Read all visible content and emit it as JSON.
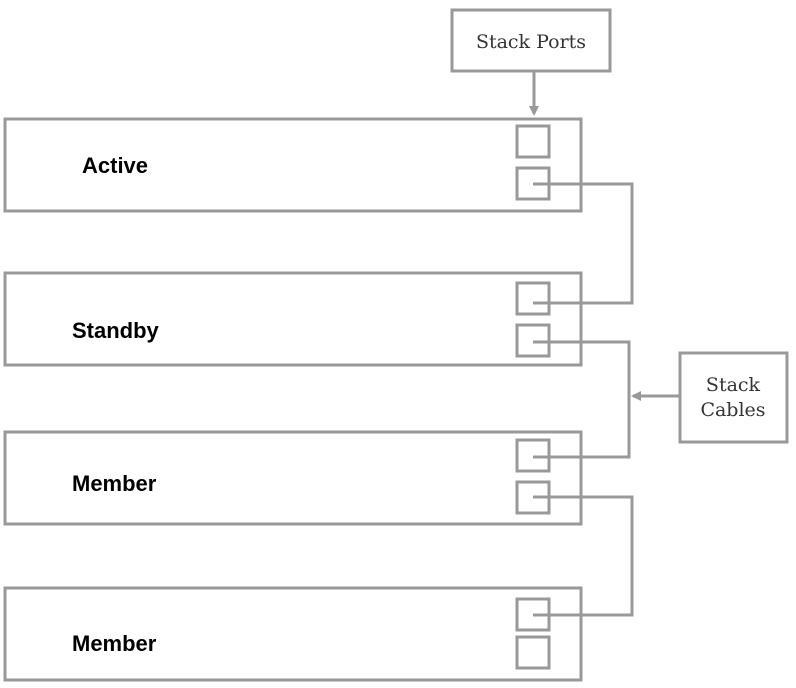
{
  "diagram": {
    "colors": {
      "stroke": "#999999",
      "label_text": "#000000",
      "callout_text": "#333333",
      "background": "#ffffff"
    },
    "switches": [
      {
        "label": "Active"
      },
      {
        "label": "Standby"
      },
      {
        "label": "Member"
      },
      {
        "label": "Member"
      }
    ],
    "callouts": {
      "stack_ports": "Stack Ports",
      "stack_cables_line1": "Stack",
      "stack_cables_line2": "Cables"
    }
  }
}
